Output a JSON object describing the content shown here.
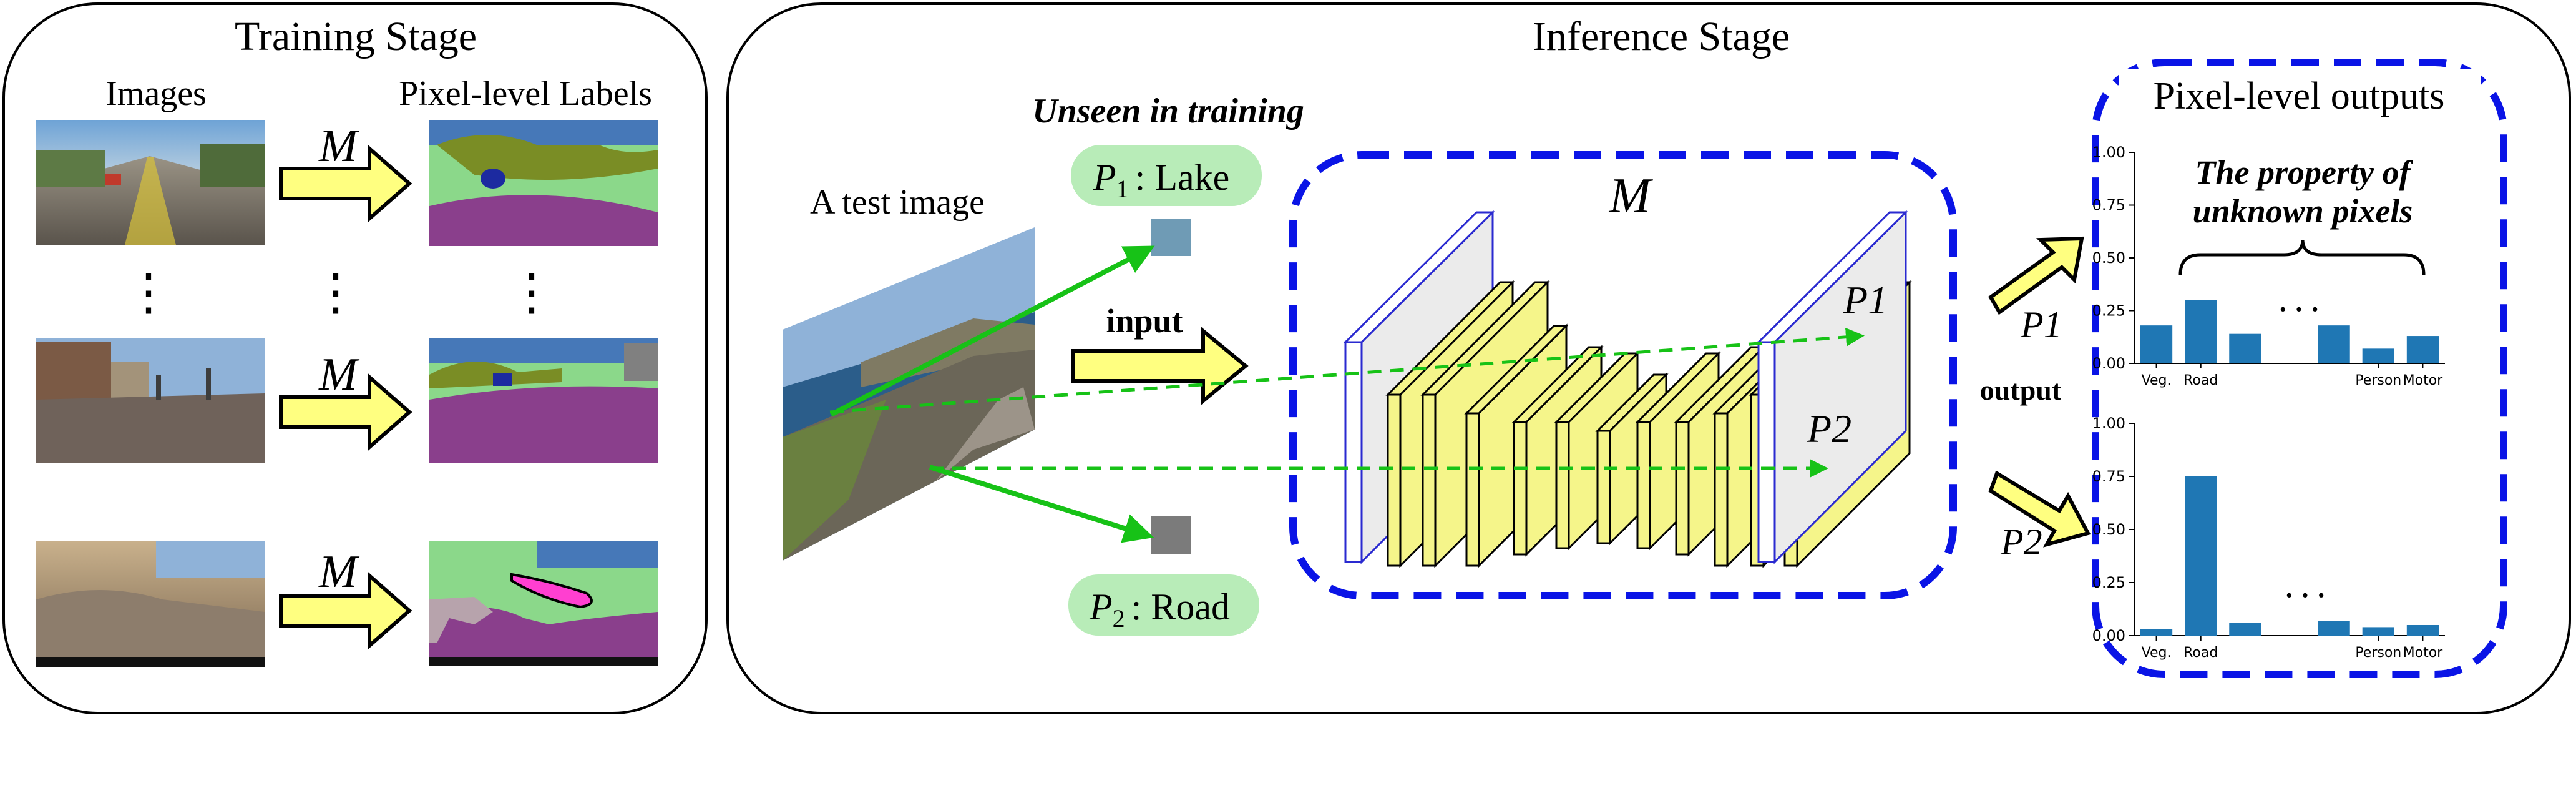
{
  "training": {
    "title": "Training Stage",
    "images_label": "Images",
    "labels_label": "Pixel-level Labels",
    "model_symbol": "M",
    "ellipsis": "⋮"
  },
  "inference": {
    "title": "Inference Stage",
    "test_image_label": "A test image",
    "unseen_label": "Unseen in training",
    "input_label": "input",
    "output_label": "output",
    "model_symbol": "M",
    "p1_chip": "P1 : Lake",
    "p1_chip_symbol": "P",
    "p1_chip_sub": "1",
    "p1_chip_text": ": Lake",
    "p2_chip": "P2 : Road",
    "p2_chip_symbol": "P",
    "p2_chip_sub": "2",
    "p2_chip_text": ": Road",
    "p1_marker": "P1",
    "p2_marker": "P2"
  },
  "outputs": {
    "title": "Pixel-level outputs",
    "property_line1": "The property of",
    "property_line2": "unknown pixels",
    "ellipsis": "· · ·"
  },
  "colors": {
    "arrow_fill": "#ffff80",
    "model_box": "#0a14e6",
    "green": "#17c217",
    "chip_fill": "#b8ecb8",
    "layer_fill": "#f5f58a",
    "bar": "#1f77b4",
    "lake_patch": "#6f9bb5",
    "road_patch": "#7b7b7b"
  },
  "chart_data": [
    {
      "type": "bar",
      "name": "P1 output",
      "categories": [
        "Veg.",
        "Road",
        "",
        "",
        "",
        "Person",
        "Motor"
      ],
      "values": [
        0.18,
        0.3,
        0.14,
        0.18,
        0.07,
        0.13
      ],
      "bar_positions": [
        0,
        1,
        2,
        4,
        5,
        6
      ],
      "yticks": [
        "0.00",
        "0.25",
        "0.50",
        "0.75",
        "1.00"
      ],
      "ylim": [
        0,
        1
      ]
    },
    {
      "type": "bar",
      "name": "P2 output",
      "categories": [
        "Veg.",
        "Road",
        "",
        "",
        "",
        "Person",
        "Motor"
      ],
      "values": [
        0.03,
        0.75,
        0.06,
        0.07,
        0.04,
        0.05
      ],
      "bar_positions": [
        0,
        1,
        2,
        4,
        5,
        6
      ],
      "yticks": [
        "0.00",
        "0.25",
        "0.50",
        "0.75",
        "1.00"
      ],
      "ylim": [
        0,
        1
      ]
    }
  ]
}
